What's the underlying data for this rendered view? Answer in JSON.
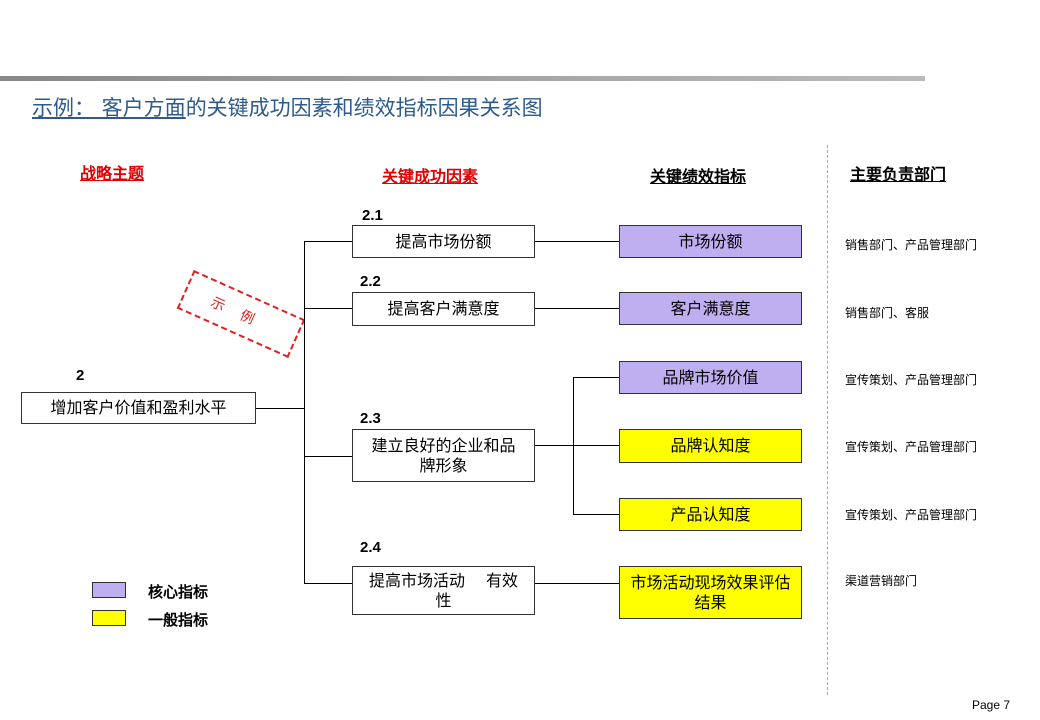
{
  "title": {
    "underlined": "示例： 客户方面",
    "rest": "的关键成功因素和绩效指标因果关系图"
  },
  "headers": {
    "theme": "战略主题",
    "ksf": "关键成功因素",
    "kpi": "关键绩效指标",
    "dept": "主要负责部门"
  },
  "stamp": "示例",
  "theme": {
    "number": "2",
    "label": "增加客户价值和盈利水平"
  },
  "ksf": [
    {
      "number": "2.1",
      "label": "提高市场份额"
    },
    {
      "number": "2.2",
      "label": "提高客户满意度"
    },
    {
      "number": "2.3",
      "label": "建立良好的企业和品牌形象"
    },
    {
      "number": "2.4",
      "label": "提高市场活动　 有效性"
    }
  ],
  "kpis": [
    {
      "label": "市场份额",
      "type": "核心指标",
      "dept": "销售部门、产品管理部门"
    },
    {
      "label": "客户满意度",
      "type": "核心指标",
      "dept": "销售部门、客服"
    },
    {
      "label": "品牌市场价值",
      "type": "核心指标",
      "dept": "宣传策划、产品管理部门"
    },
    {
      "label": "品牌认知度",
      "type": "一般指标",
      "dept": "宣传策划、产品管理部门"
    },
    {
      "label": "产品认知度",
      "type": "一般指标",
      "dept": "宣传策划、产品管理部门"
    },
    {
      "label": "市场活动现场效果评估结果",
      "type": "一般指标",
      "dept": "渠道营销部门"
    }
  ],
  "legend": {
    "core": "核心指标",
    "general": "一般指标",
    "core_color": "#bfaef0",
    "general_color": "#ffff00"
  },
  "page": "Page 7"
}
